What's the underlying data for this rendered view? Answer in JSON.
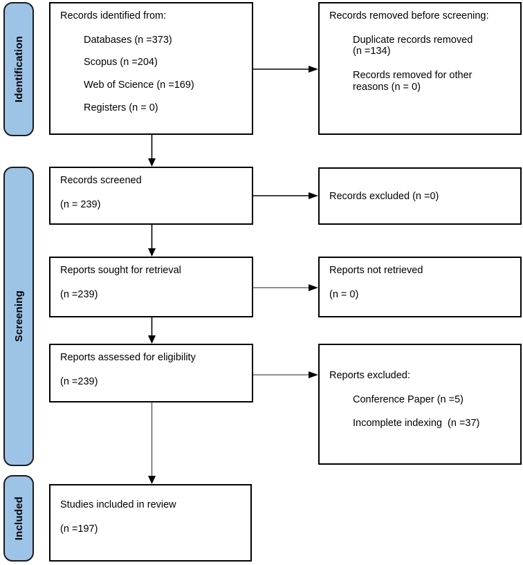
{
  "diagram": {
    "type": "PRISMA 2020 flow diagram",
    "stages": [
      {
        "id": "identification",
        "label": "Identification"
      },
      {
        "id": "screening",
        "label": "Screening"
      },
      {
        "id": "included",
        "label": "Included"
      }
    ],
    "boxes": {
      "records_identified": {
        "title": "Records identified from:",
        "items": [
          "Databases (n =373)",
          "Scopus (n =204)",
          "Web of Science (n =169)",
          "Registers (n = 0)"
        ]
      },
      "records_removed": {
        "title_normal": "Records removed ",
        "title_italic": "before screening",
        "title_tail": ":",
        "items": [
          "Duplicate records removed\n(n =134)",
          "Records removed for other\nreasons (n = 0)"
        ]
      },
      "records_screened": {
        "title": "Records screened",
        "count": "(n = 239)"
      },
      "records_excluded": {
        "title": "Records excluded (n =0)"
      },
      "reports_sought": {
        "title": "Reports sought for retrieval",
        "count": "(n =239)"
      },
      "reports_not_retrieved": {
        "title": "Reports not retrieved",
        "count": "(n = 0)"
      },
      "reports_assessed": {
        "title": "Reports assessed for eligibility",
        "count": "(n =239)"
      },
      "reports_excluded": {
        "title": "Reports excluded:",
        "items": [
          "Conference Paper (n =5)",
          "Incomplete indexing  (n =37)"
        ]
      },
      "studies_included": {
        "title": "Studies included in review",
        "count": "(n =197)"
      }
    },
    "colors": {
      "stage_fill": "#9DC3E6",
      "stage_border": "#1a1a1a",
      "box_border": "#000000",
      "connector_black": "#000000",
      "connector_grey": "#808080",
      "background": "#ffffff"
    }
  }
}
